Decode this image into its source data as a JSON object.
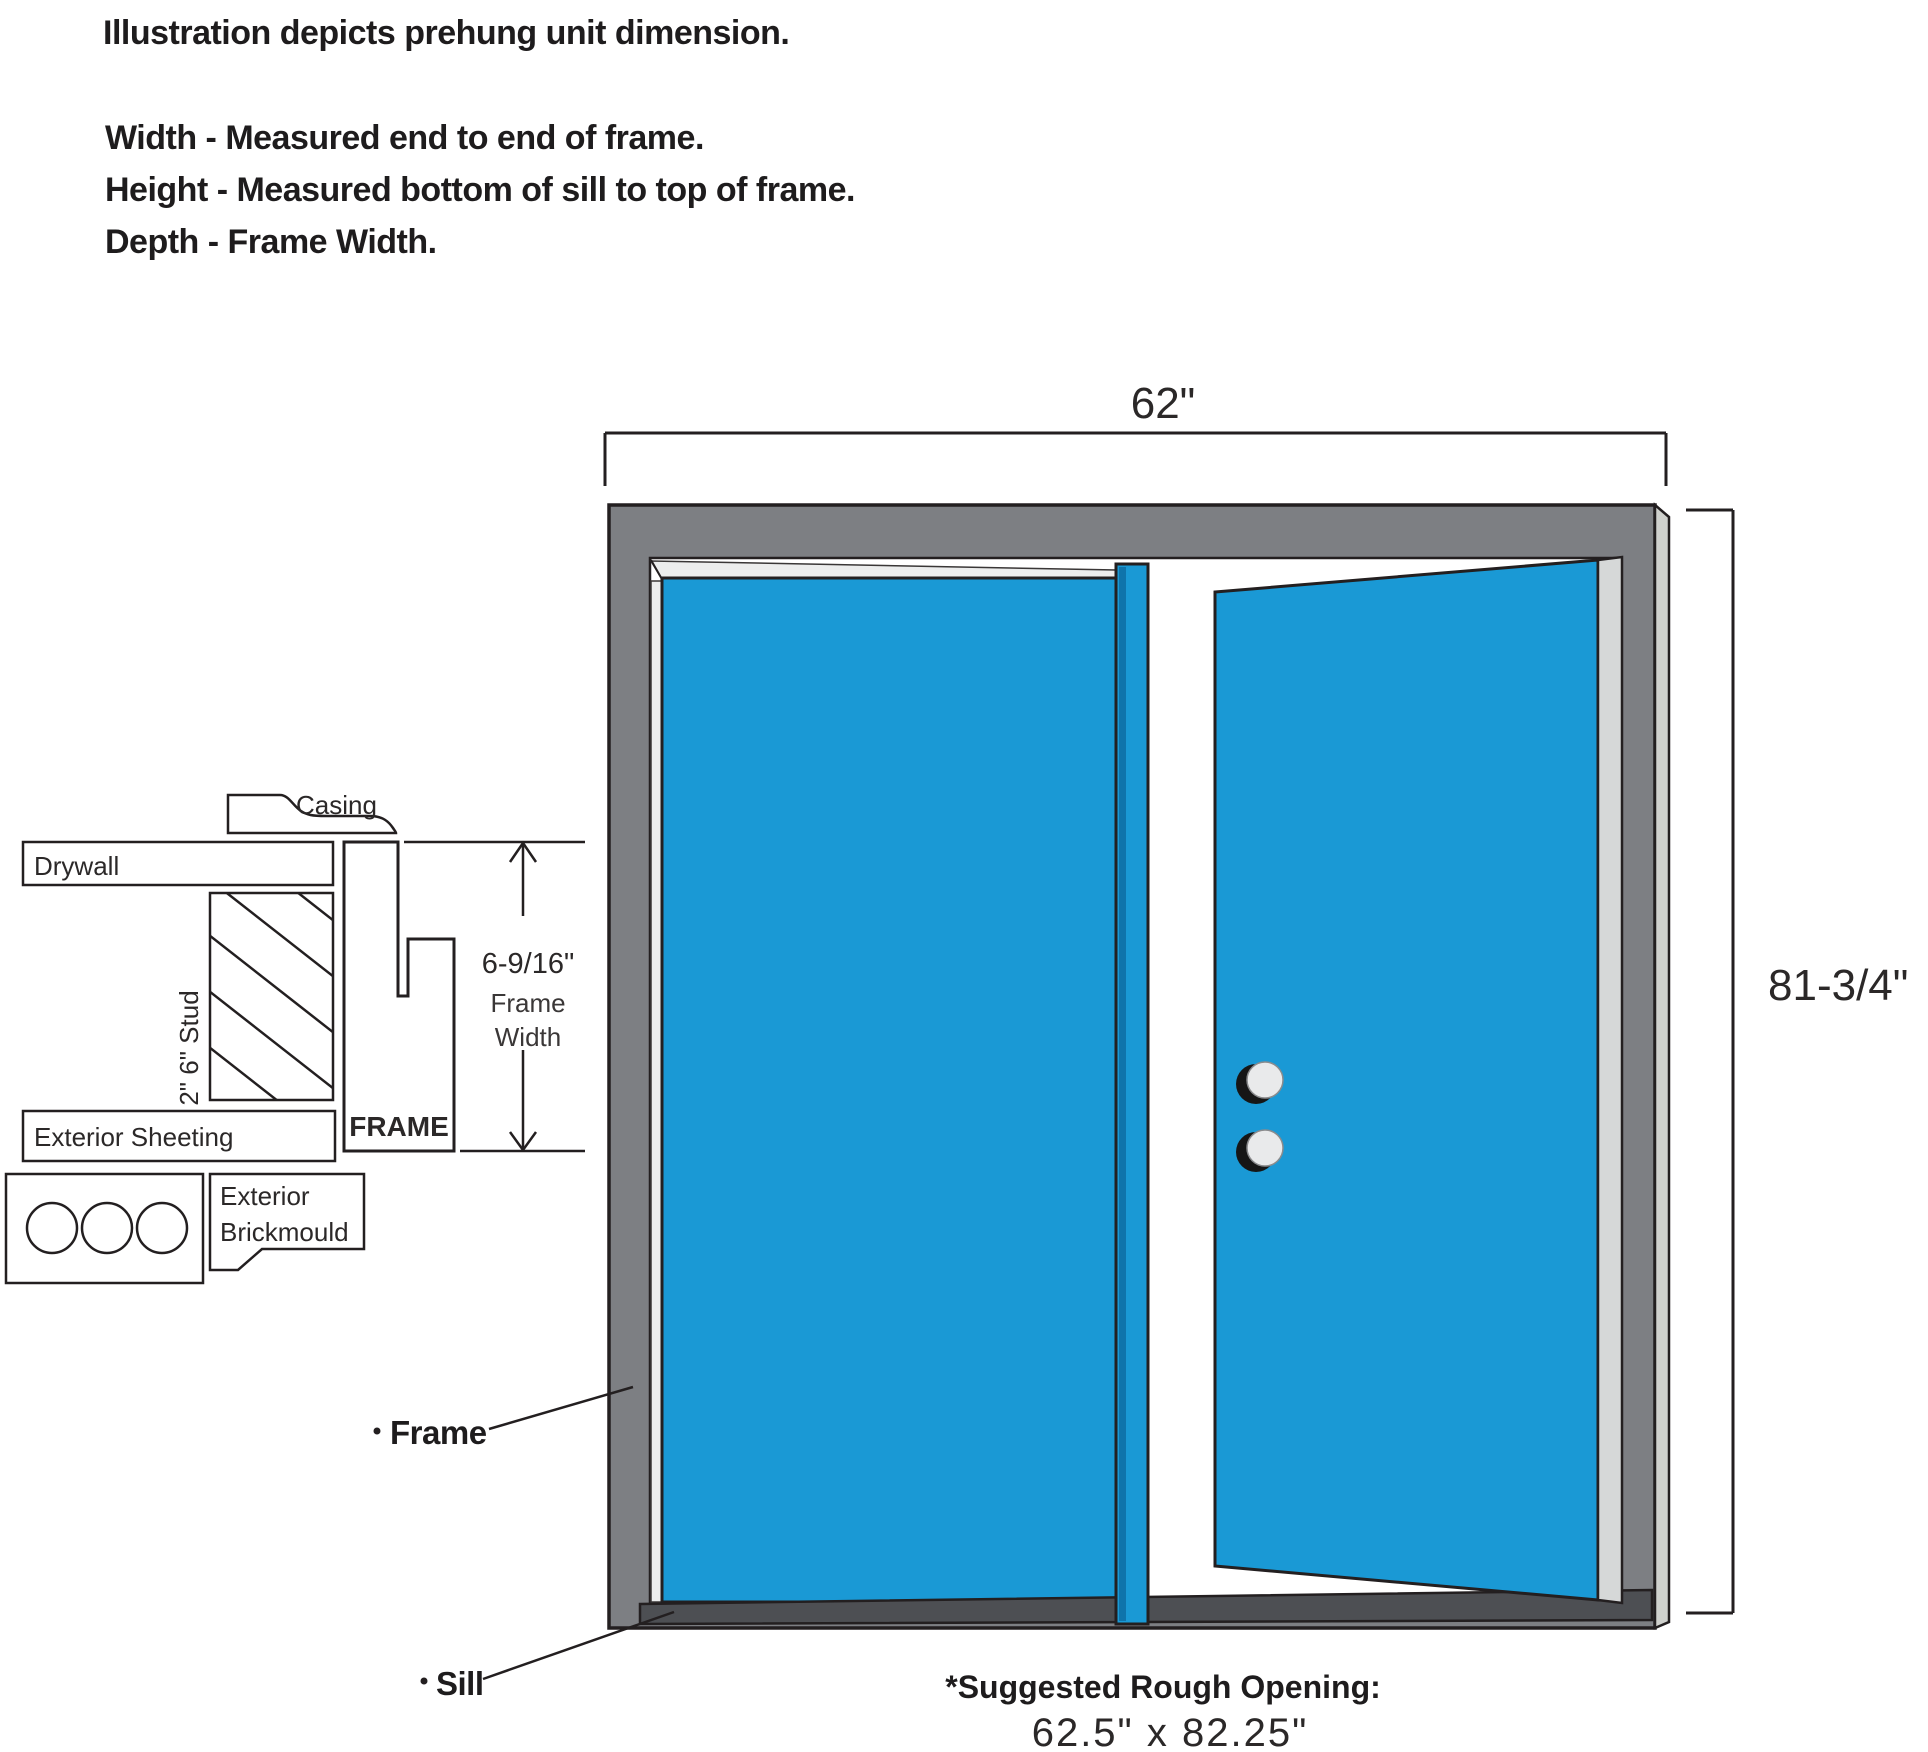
{
  "heading": {
    "title": "Illustration depicts prehung unit dimension.",
    "lines": [
      "Width - Measured end to end of frame.",
      "Height - Measured bottom of sill to top of frame.",
      "Depth - Frame Width."
    ]
  },
  "dimensions": {
    "width": "62\"",
    "height": "81-3/4\"",
    "frame_width": "6-9/16\"",
    "frame_width_label_line1": "Frame",
    "frame_width_label_line2": "Width"
  },
  "cross_section": {
    "casing": "Casing",
    "drywall": "Drywall",
    "stud": "2\" 6\" Stud",
    "exterior_sheeting": "Exterior Sheeting",
    "frame": "FRAME",
    "brickmould_line1": "Exterior",
    "brickmould_line2": "Brickmould"
  },
  "callouts": {
    "frame": "Frame",
    "sill": "Sill"
  },
  "footer": {
    "label": "*Suggested Rough Opening:",
    "value": "62.5\" x 82.25\""
  },
  "colors": {
    "door_blue": "#1a99d5",
    "astragal_accent": "#0f74ab",
    "frame_gray": "#7d7f83",
    "frame_edge_light": "#cfd1cd",
    "door_edge_light": "#d6d8d8",
    "sill_dark": "#4d4f53",
    "knob_light": "#e9eaeb",
    "knob_shadow": "#161616",
    "outline": "#231f20"
  }
}
